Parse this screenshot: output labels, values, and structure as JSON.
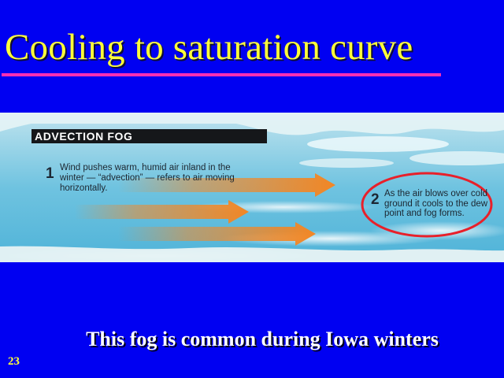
{
  "slide": {
    "title": "Cooling to saturation curve",
    "caption": "This fog is common during Iowa winters",
    "number": "23"
  },
  "illustration": {
    "heading": "ADVECTION FOG",
    "step1": {
      "number": "1",
      "text": "Wind pushes warm, humid air inland in the winter — “advection” — refers to air moving horizontally."
    },
    "step2": {
      "number": "2",
      "text": "As the air blows over cold ground it cools to the dew point and fog forms."
    }
  },
  "colors": {
    "background": "#0000f2",
    "title": "#ffff3a",
    "underline": "#ff2fb4",
    "caption": "#ffffff",
    "highlight_ellipse": "#e8202a",
    "arrow": "#f08a2c"
  },
  "icons": {
    "arrows": "wind-arrow",
    "highlight": "red-ellipse-highlight"
  }
}
